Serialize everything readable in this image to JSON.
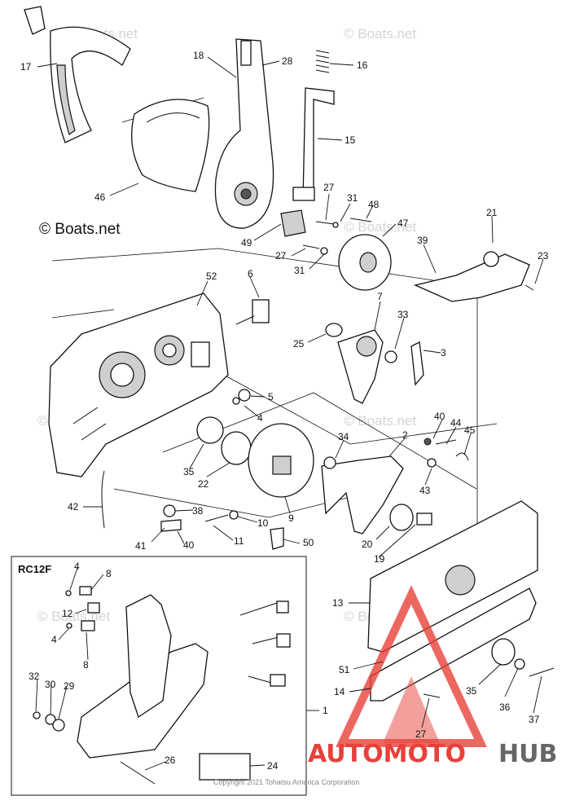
{
  "watermark": "© Boats.net",
  "brand_label": "© Boats.net",
  "inset_title": "RC12F",
  "copyright": "Copyright 2021 Tohatsu America Corporation",
  "logo": {
    "part1": "AUTOMOTO",
    "part2": "HUB",
    "color_main": "#e8413a",
    "color_dark": "#666666"
  },
  "callouts": [
    {
      "id": "c17",
      "text": "17"
    },
    {
      "id": "c18",
      "text": "18"
    },
    {
      "id": "c28",
      "text": "28"
    },
    {
      "id": "c16",
      "text": "16"
    },
    {
      "id": "c15",
      "text": "15"
    },
    {
      "id": "c46",
      "text": "46"
    },
    {
      "id": "c27a",
      "text": "27"
    },
    {
      "id": "c31a",
      "text": "31"
    },
    {
      "id": "c48",
      "text": "48"
    },
    {
      "id": "c47",
      "text": "47"
    },
    {
      "id": "c49",
      "text": "49"
    },
    {
      "id": "c27b",
      "text": "27"
    },
    {
      "id": "c31b",
      "text": "31"
    },
    {
      "id": "c21",
      "text": "21"
    },
    {
      "id": "c39",
      "text": "39"
    },
    {
      "id": "c23",
      "text": "23"
    },
    {
      "id": "c52",
      "text": "52"
    },
    {
      "id": "c6",
      "text": "6"
    },
    {
      "id": "c7",
      "text": "7"
    },
    {
      "id": "c33",
      "text": "33"
    },
    {
      "id": "c25",
      "text": "25"
    },
    {
      "id": "c3",
      "text": "3"
    },
    {
      "id": "c5",
      "text": "5"
    },
    {
      "id": "c4a",
      "text": "4"
    },
    {
      "id": "c40a",
      "text": "40"
    },
    {
      "id": "c44",
      "text": "44"
    },
    {
      "id": "c45",
      "text": "45"
    },
    {
      "id": "c34",
      "text": "34"
    },
    {
      "id": "c2",
      "text": "2"
    },
    {
      "id": "c35a",
      "text": "35"
    },
    {
      "id": "c22",
      "text": "22"
    },
    {
      "id": "c43",
      "text": "43"
    },
    {
      "id": "c42",
      "text": "42"
    },
    {
      "id": "c38",
      "text": "38"
    },
    {
      "id": "c10",
      "text": "10"
    },
    {
      "id": "c9",
      "text": "9"
    },
    {
      "id": "c41",
      "text": "41"
    },
    {
      "id": "c40b",
      "text": "40"
    },
    {
      "id": "c11",
      "text": "11"
    },
    {
      "id": "c50",
      "text": "50"
    },
    {
      "id": "c20",
      "text": "20"
    },
    {
      "id": "c19",
      "text": "19"
    },
    {
      "id": "c13",
      "text": "13"
    },
    {
      "id": "c51",
      "text": "51"
    },
    {
      "id": "c14",
      "text": "14"
    },
    {
      "id": "c35b",
      "text": "35"
    },
    {
      "id": "c36",
      "text": "36"
    },
    {
      "id": "c37",
      "text": "37"
    },
    {
      "id": "c27c",
      "text": "27"
    },
    {
      "id": "c4b",
      "text": "4"
    },
    {
      "id": "c8a",
      "text": "8"
    },
    {
      "id": "c12",
      "text": "12"
    },
    {
      "id": "c4c",
      "text": "4"
    },
    {
      "id": "c8b",
      "text": "8"
    },
    {
      "id": "c32",
      "text": "32"
    },
    {
      "id": "c30",
      "text": "30"
    },
    {
      "id": "c29",
      "text": "29"
    },
    {
      "id": "c1",
      "text": "1"
    },
    {
      "id": "c26",
      "text": "26"
    },
    {
      "id": "c24",
      "text": "24"
    }
  ]
}
